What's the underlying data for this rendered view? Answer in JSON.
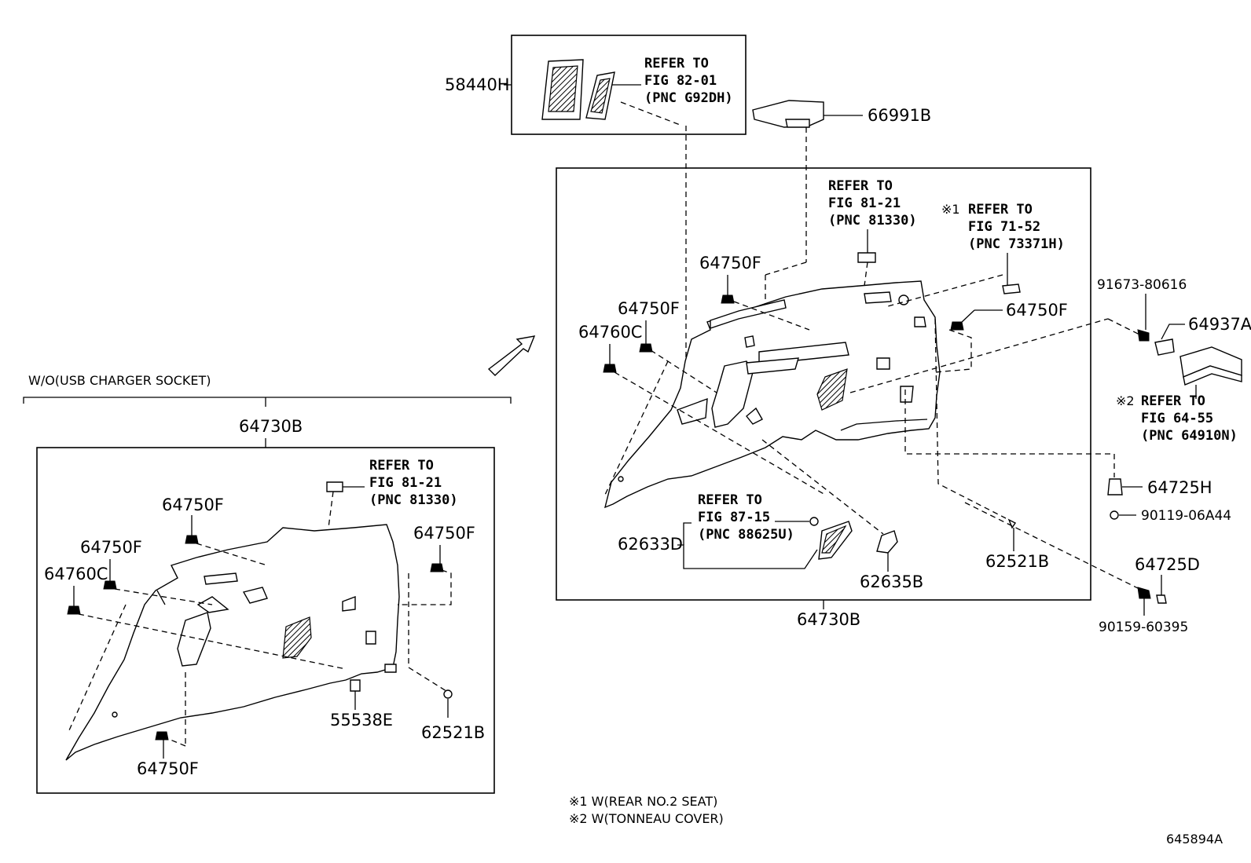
{
  "diagram": {
    "top_vent": {
      "part_no": "58440H",
      "refer": [
        "REFER TO",
        "FIG 82-01",
        "(PNC G92DH)"
      ]
    },
    "top_right": {
      "part_no": "66991B"
    },
    "main": {
      "part_no": "64730B",
      "refer_a": [
        "REFER TO",
        "FIG 81-21",
        "(PNC 81330)"
      ],
      "refer_b_mark": "※1",
      "refer_b": [
        "REFER TO",
        "FIG 71-52",
        "(PNC 73371H)"
      ],
      "refer_c": [
        "REFER TO",
        "FIG 87-15",
        "(PNC 88625U)"
      ],
      "labels": {
        "f1": "64750F",
        "f2": "64750F",
        "f3": "64750F",
        "c1": "64760C",
        "speaker": "62633D",
        "grille": "62635B",
        "clip": "62521B"
      }
    },
    "right_parts": {
      "screw": "91673-80616",
      "cover": "64937A",
      "refer_mark": "※2",
      "refer": [
        "REFER TO",
        "FIG 64-55",
        "(PNC 64910N)"
      ],
      "hook": "64725H",
      "nut": "90119-06A44",
      "hook2": "64725D",
      "bolt": "90159-60395"
    },
    "left": {
      "variant_title": "W/O(USB CHARGER SOCKET)",
      "part_no": "64730B",
      "refer": [
        "REFER TO",
        "FIG 81-21",
        "(PNC 81330)"
      ],
      "labels": {
        "f1": "64750F",
        "f2": "64750F",
        "f3": "64750F",
        "f4": "64750F",
        "c1": "64760C",
        "bracket": "55538E",
        "clip": "62521B"
      }
    },
    "notes": [
      "※1 W(REAR NO.2 SEAT)",
      "※2 W(TONNEAU COVER)"
    ],
    "figure_id": "645894A"
  }
}
